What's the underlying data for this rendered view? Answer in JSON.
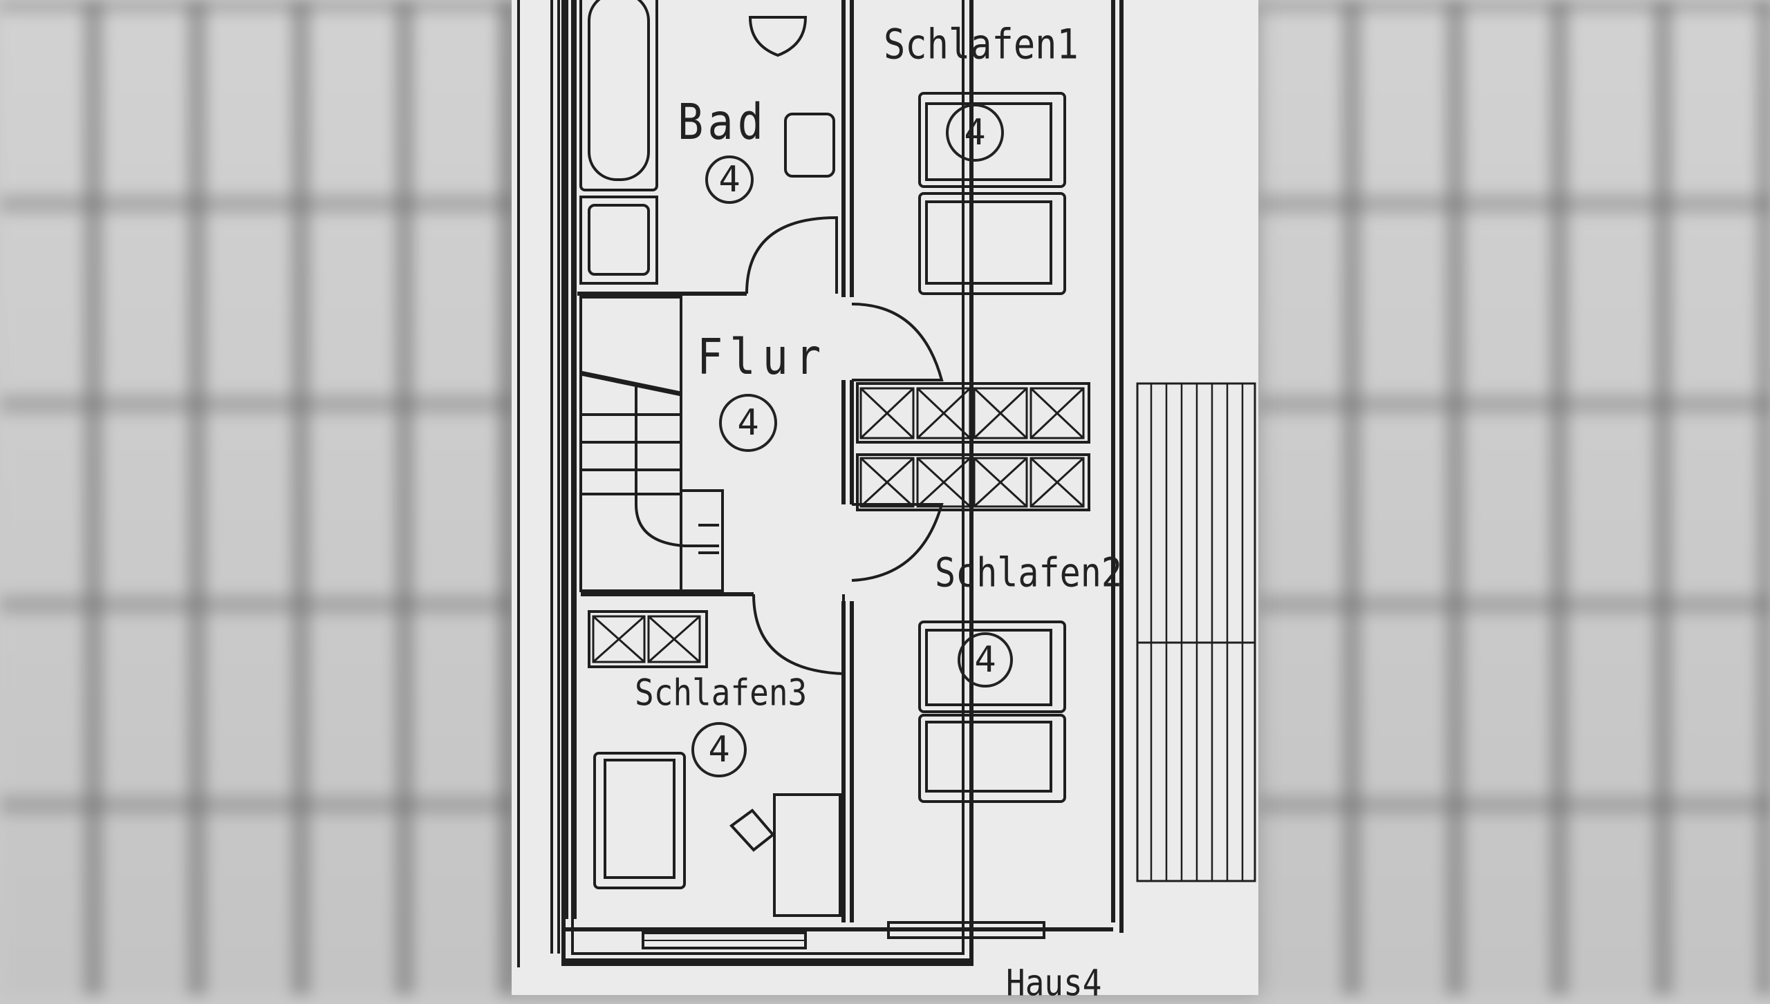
{
  "rooms": {
    "bad": {
      "name": "Bad",
      "number": "4"
    },
    "schlafen1": {
      "name": "Schlafen1",
      "number": "4"
    },
    "flur": {
      "name": "Flur",
      "number": "4"
    },
    "schlafen2": {
      "name": "Schlafen2",
      "number": "4"
    },
    "schlafen3": {
      "name": "Schlafen3",
      "number": "4"
    }
  },
  "house_label": "Haus4"
}
